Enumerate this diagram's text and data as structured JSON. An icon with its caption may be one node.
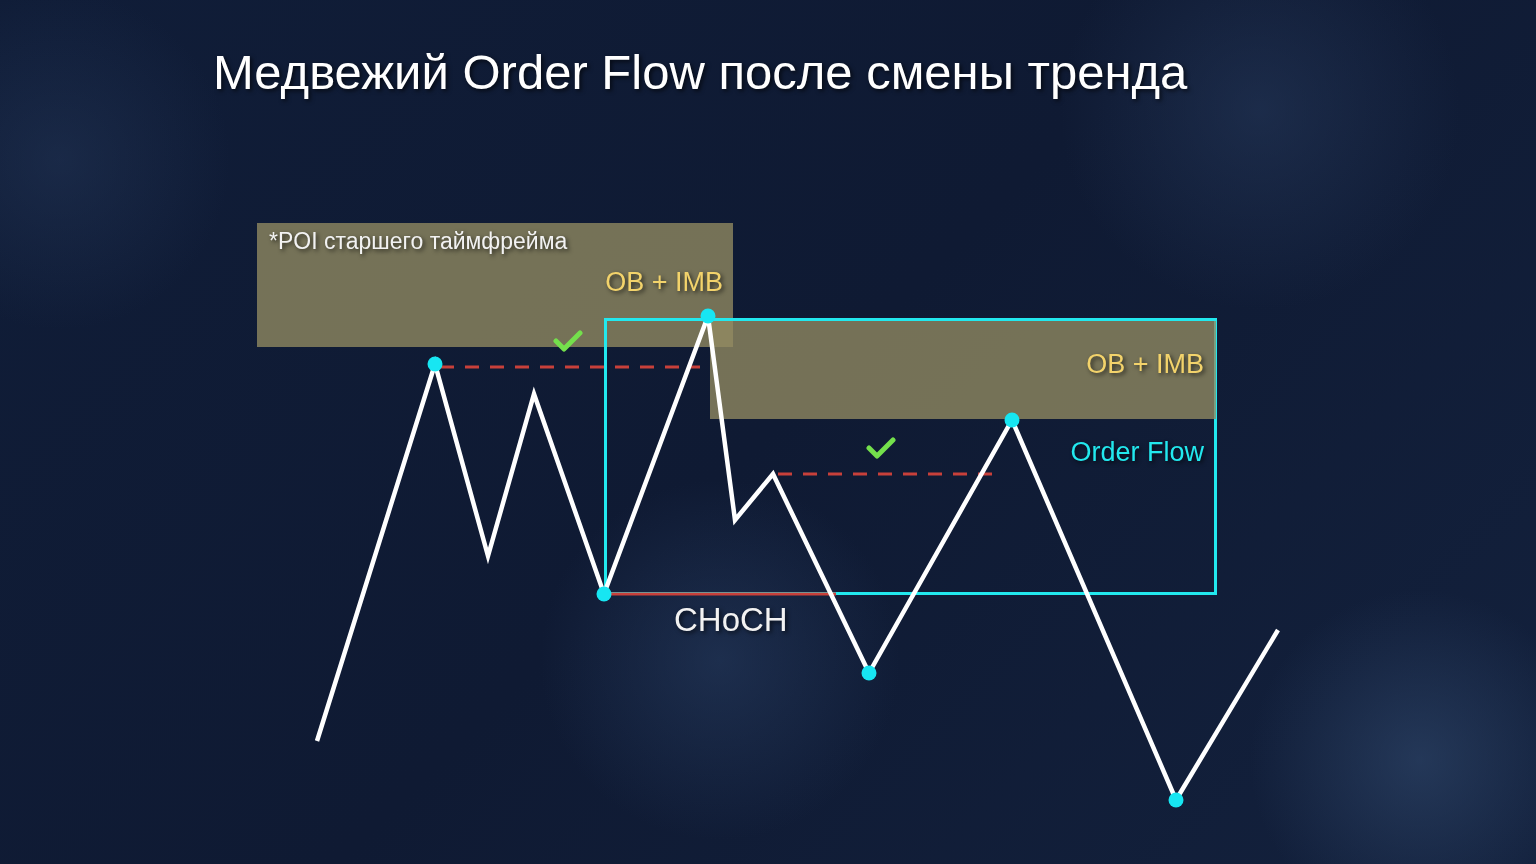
{
  "diagram": {
    "title": "Медвежий Order Flow после смены тренда",
    "nodes": [
      {
        "text": [
          "*POI старшего таймфрейма",
          "OB + IMB"
        ]
      },
      {
        "text": [
          "Order Flow"
        ]
      },
      {
        "text": [
          "OB + IMB"
        ],
        "in": 1
      }
    ],
    "labels": [
      "CHoCH"
    ]
  }
}
